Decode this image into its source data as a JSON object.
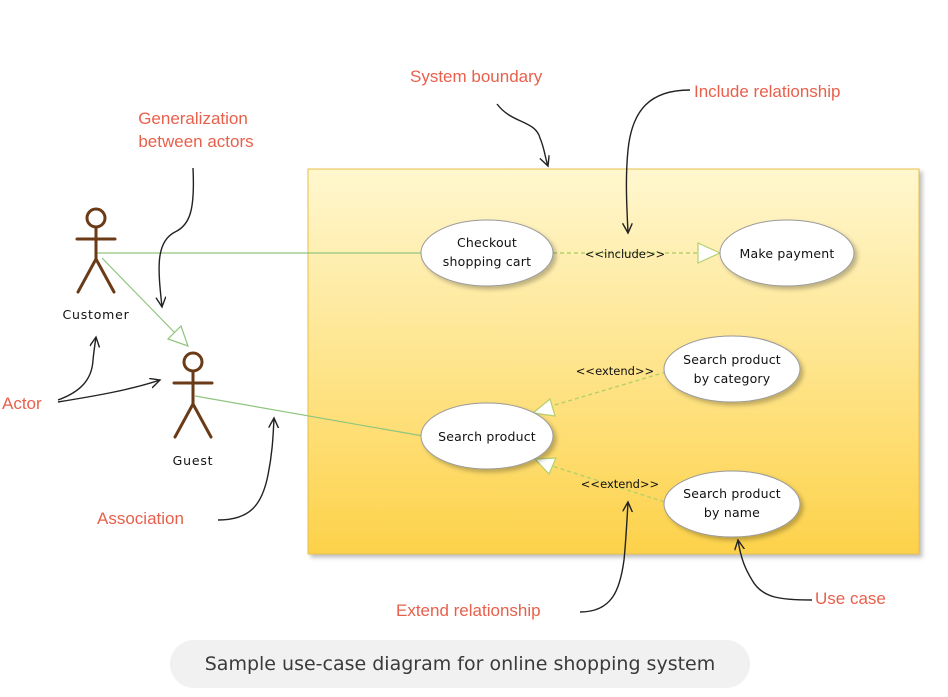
{
  "caption": "Sample use-case diagram for online shopping system",
  "actors": {
    "customer": "Customer",
    "guest": "Guest"
  },
  "use_cases": {
    "checkout": [
      "Checkout",
      "shopping cart"
    ],
    "make_payment": "Make payment",
    "search_product": "Search product",
    "search_by_category": [
      "Search product",
      "by category"
    ],
    "search_by_name": [
      "Search product",
      "by name"
    ]
  },
  "relations": {
    "include": "<<include>>",
    "extend_category": "<<extend>>",
    "extend_name": "<<extend>>"
  },
  "callouts": {
    "system_boundary": "System boundary",
    "include_relationship": "Include relationship",
    "generalization": [
      "Generalization",
      "between actors"
    ],
    "actor": "Actor",
    "association": "Association",
    "extend_relationship": "Extend relationship",
    "use_case": "Use case"
  },
  "colors": {
    "callout_text": "#e8604c",
    "boundary_top": "#fff7cf",
    "boundary_bottom": "#fdd24a",
    "boundary_border": "#e7c04d",
    "actor_stroke": "#6b3a16",
    "association_line": "#8fc57e",
    "dashed_relation": "#b5cf6b"
  }
}
